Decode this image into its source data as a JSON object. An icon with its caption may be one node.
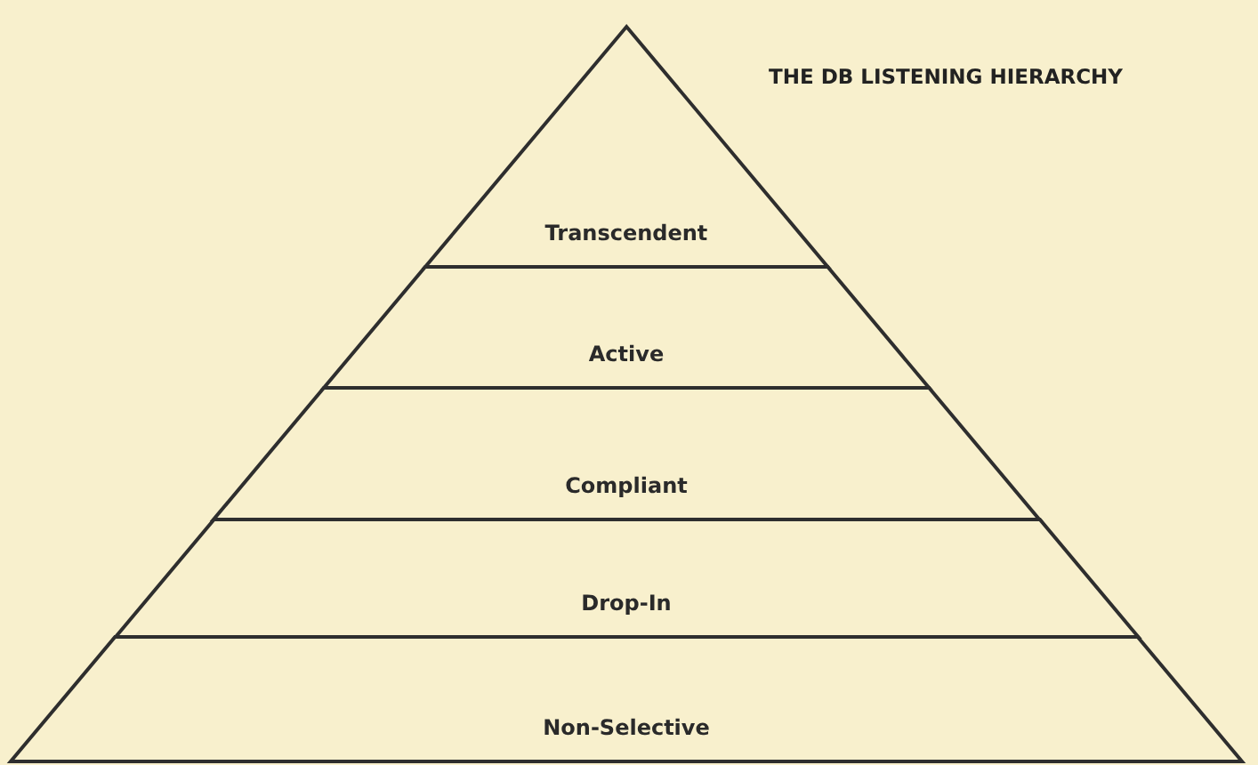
{
  "diagram": {
    "title": "THE DB LISTENING HIERARCHY",
    "nodes": [
      {
        "text": [
          "Transcendent"
        ]
      },
      {
        "text": [
          "Active"
        ]
      },
      {
        "text": [
          "Compliant"
        ]
      },
      {
        "text": [
          "Drop-In"
        ]
      },
      {
        "text": [
          "Non-Selective"
        ]
      }
    ]
  }
}
